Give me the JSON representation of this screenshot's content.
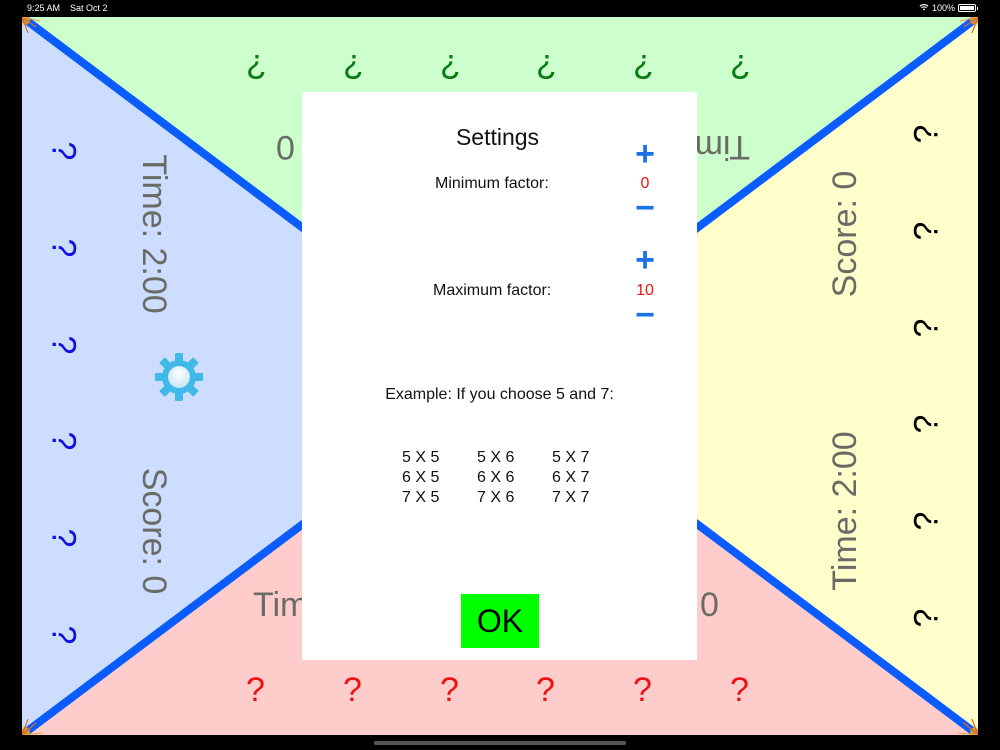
{
  "status_bar": {
    "time": "9:25 AM",
    "date": "Sat Oct 2",
    "battery": "100%",
    "wifi_icon": "wifi-icon",
    "battery_icon": "battery-icon"
  },
  "colors": {
    "top_zone": "#ccffcc",
    "left_zone": "#ccddff",
    "right_zone": "#ffffcc",
    "bottom_zone": "#ffcccc",
    "divider": "#0a5cff",
    "ok_button": "#00ff00",
    "factor_value": "#ee1111",
    "stepper": "#1a73e8"
  },
  "players": {
    "top": {
      "questions": [
        "¿",
        "¿",
        "¿",
        "¿",
        "¿",
        "¿"
      ],
      "score_value": "0",
      "time_label_partial": "Tim"
    },
    "bottom": {
      "questions": [
        "?",
        "?",
        "?",
        "?",
        "?",
        "?"
      ],
      "time_label_partial": "Tim",
      "score_value": "0"
    },
    "left": {
      "questions": [
        "?",
        "?",
        "?",
        "?",
        "?",
        "?"
      ],
      "time_label": "Time: 2:00",
      "score_label": "Score:  0"
    },
    "right": {
      "questions": [
        "?",
        "?",
        "?",
        "?",
        "?",
        "?"
      ],
      "time_label": "Time: 2:00",
      "score_label": "Score:  0"
    }
  },
  "settings_icon": "gear-icon",
  "settings": {
    "title": "Settings",
    "minimum": {
      "label": "Minimum factor:",
      "value": "0",
      "plus": "+",
      "minus": "−"
    },
    "maximum": {
      "label": "Maximum factor:",
      "value": "10",
      "plus": "+",
      "minus": "−"
    },
    "example_text": "Example: If you choose 5 and 7:",
    "example_grid": [
      [
        "5 X 5",
        "5 X 6",
        "5 X 7"
      ],
      [
        "6 X 5",
        "6 X 6",
        "6 X 7"
      ],
      [
        "7 X 5",
        "7 X 6",
        "7 X 7"
      ]
    ],
    "ok_label": "OK"
  }
}
